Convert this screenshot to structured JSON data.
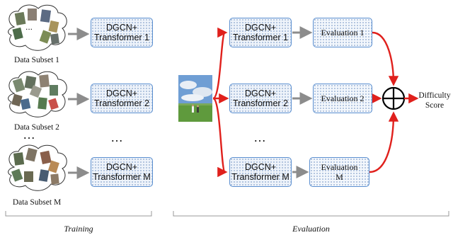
{
  "training": {
    "subsets": [
      {
        "label": "Data Subset 1"
      },
      {
        "label": "Data Subset 2"
      },
      {
        "label": "Data Subset M"
      }
    ],
    "subset_ellipsis": "…",
    "models": [
      {
        "line1": "DGCN+",
        "line2": "Transformer 1"
      },
      {
        "line1": "DGCN+",
        "line2": "Transformer 2"
      },
      {
        "line1": "DGCN+",
        "line2": "Transformer M"
      }
    ],
    "model_ellipsis": "…",
    "caption": "Training"
  },
  "evaluation": {
    "models": [
      {
        "line1": "DGCN+",
        "line2": "Transformer 1"
      },
      {
        "line1": "DGCN+",
        "line2": "Transformer 2"
      },
      {
        "line1": "DGCN+",
        "line2": "Transformer M"
      }
    ],
    "evals": [
      {
        "label": "Evaluation 1"
      },
      {
        "label": "Evaluation 2"
      },
      {
        "label": "Evaluation\nM"
      }
    ],
    "ellipsis": "…",
    "output": "Difficulty\nScore",
    "caption": "Evaluation"
  },
  "colors": {
    "box_border": "#5b8fd0",
    "gray_arrow": "#8c8c8c",
    "red_arrow": "#e0201c"
  }
}
